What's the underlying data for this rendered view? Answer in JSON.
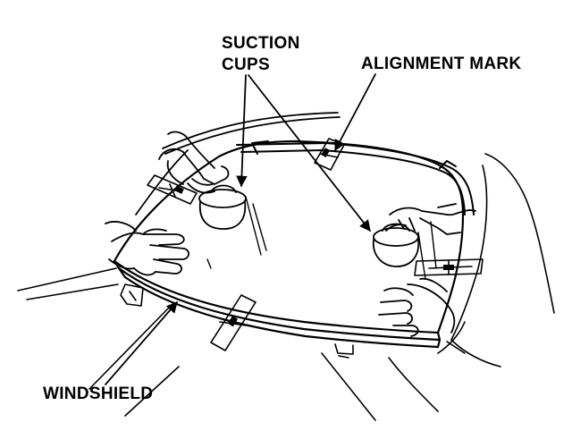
{
  "labels": {
    "suction_cups_line1": "SUCTION",
    "suction_cups_line2": "CUPS",
    "alignment_mark": "ALIGNMENT MARK",
    "windshield": "WINDSHIELD"
  },
  "colors": {
    "ink": "#000000",
    "paper": "#ffffff"
  }
}
